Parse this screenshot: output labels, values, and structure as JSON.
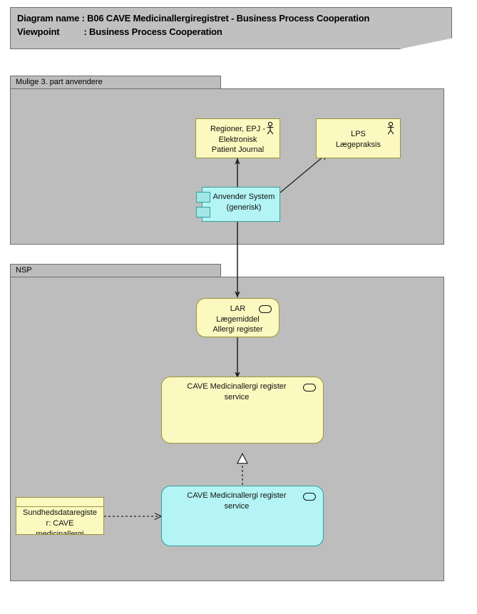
{
  "title": {
    "name_key": "Diagram name",
    "name_sep": ": ",
    "name_value": "B06 CAVE Medicinallergiregistret - Business Process Cooperation",
    "viewpoint_key": "Viewpoint",
    "viewpoint_sep": ": ",
    "viewpoint_value": "Business Process Cooperation",
    "line1": "Diagram name : B06 CAVE Medicinallergiregistret - Business Process Cooperation",
    "line2": "Viewpoint          : Business Process Cooperation"
  },
  "groups": [
    {
      "id": "third-party",
      "label": "Mulige 3. part anvendere"
    },
    {
      "id": "nsp",
      "label": "NSP"
    }
  ],
  "nodes": [
    {
      "id": "regioner-epj",
      "label": "Regioner, EPJ -\nElektronisk\nPatient Journal",
      "type": "business-actor",
      "icon": "actor-icon",
      "fill": "#fbf8c0",
      "stroke": "#9a9636"
    },
    {
      "id": "lps-laegepraksis",
      "label": "LPS\nLægepraksis",
      "type": "business-actor",
      "icon": "actor-icon",
      "fill": "#fbf8c0",
      "stroke": "#9a9636"
    },
    {
      "id": "anvender-system",
      "label": "Anvender System\n(generisk)",
      "type": "application-component",
      "icon": "component-icon",
      "fill": "#b4f4f4",
      "stroke": "#36a0a0"
    },
    {
      "id": "lar",
      "label": "LAR\nLægemiddel\nAllergi register",
      "type": "application-service",
      "icon": "service-icon",
      "fill": "#fbf8c0",
      "stroke": "#9a9636"
    },
    {
      "id": "cave-service-yellow",
      "label": "CAVE Medicinallergi register\nservice",
      "type": "application-service",
      "icon": "service-icon",
      "fill": "#fbf8c0",
      "stroke": "#9a9636"
    },
    {
      "id": "cave-service-cyan",
      "label": "CAVE Medicinallergi register\nservice",
      "type": "application-service",
      "icon": "service-icon",
      "fill": "#b4f4f4",
      "stroke": "#36a0a0"
    },
    {
      "id": "sundhedsdataregister",
      "label": "Sundhedsdatagiste\nr: CAVE\nmedicinallergi",
      "label_full": "Sundhedsdataregister: CAVE medicinallergi",
      "label_display": "Sundhedsdataregiste\nr: CAVE\nmedicinallergi",
      "type": "data-object",
      "fill": "#fbf8c0",
      "stroke": "#9a9636"
    }
  ],
  "edges": [
    {
      "id": "anvender-to-epj",
      "from": "anvender-system",
      "to": "regioner-epj",
      "style": "solid",
      "arrow": "filled"
    },
    {
      "id": "anvender-to-lps",
      "from": "anvender-system",
      "to": "lps-laegepraksis",
      "style": "solid",
      "arrow": "open"
    },
    {
      "id": "anvender-to-lar",
      "from": "anvender-system",
      "to": "lar",
      "style": "solid",
      "arrow": "filled"
    },
    {
      "id": "lar-to-cave",
      "from": "lar",
      "to": "cave-service-yellow",
      "style": "solid",
      "arrow": "filled"
    },
    {
      "id": "cyan-realizes-yellow",
      "from": "cave-service-cyan",
      "to": "cave-service-yellow",
      "style": "dashed",
      "arrow": "hollow-triangle"
    },
    {
      "id": "data-to-cyan",
      "from": "sundhedsdataregister",
      "to": "cave-service-cyan",
      "style": "dashed",
      "arrow": "both-open"
    }
  ],
  "colors": {
    "background": "#ffffff",
    "group_fill": "#bdbdbd",
    "group_stroke": "#6e6e6e",
    "title_fill": "#c0c0c0",
    "yellow_fill": "#fbf8c0",
    "yellow_stroke": "#9a9636",
    "cyan_fill": "#b4f4f4",
    "cyan_stroke": "#36a0a0",
    "edge": "#222222"
  }
}
